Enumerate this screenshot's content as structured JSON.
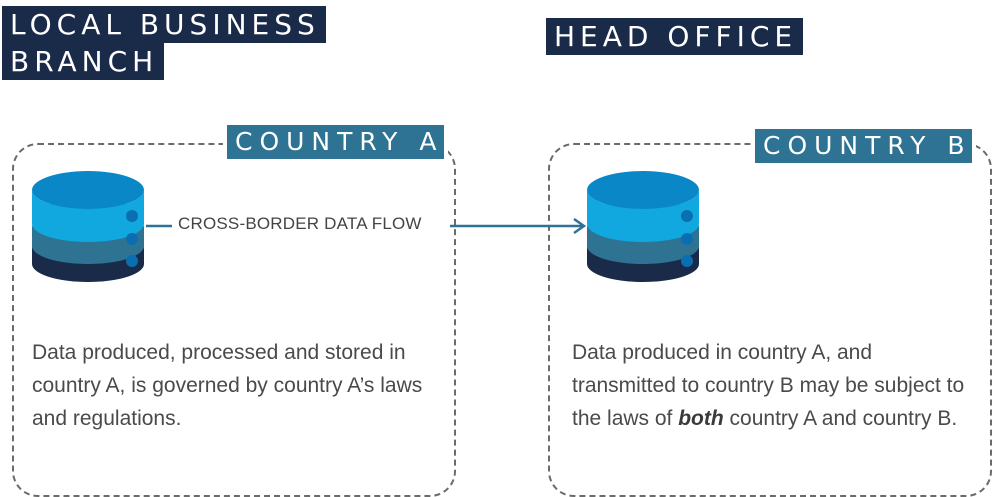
{
  "headings": {
    "left_line1": "LOCAL BUSINESS",
    "left_line2": "BRANCH",
    "right": "HEAD OFFICE"
  },
  "regions": {
    "a": {
      "label": "COUNTRY A",
      "description_part1": "Data produced, processed and stored in country A, is governed by country A’s laws and regulations."
    },
    "b": {
      "label": "COUNTRY B",
      "description_before": "Data produced in country A, and transmitted to country B may be subject to the laws of ",
      "description_emphasis": "both",
      "description_after": " country A and country B."
    }
  },
  "flow": {
    "label": "CROSS-BORDER DATA FLOW"
  },
  "colors": {
    "heading_bg": "#1a2b4a",
    "tag_bg": "#2e7393",
    "db_top": "#0a87c6",
    "db_band1": "#11a7df",
    "db_band2": "#2f7393",
    "db_band3": "#1a2b4a",
    "arrow": "#2e7393"
  },
  "icons": [
    "database-icon-a",
    "database-icon-b",
    "arrow-right-icon"
  ]
}
